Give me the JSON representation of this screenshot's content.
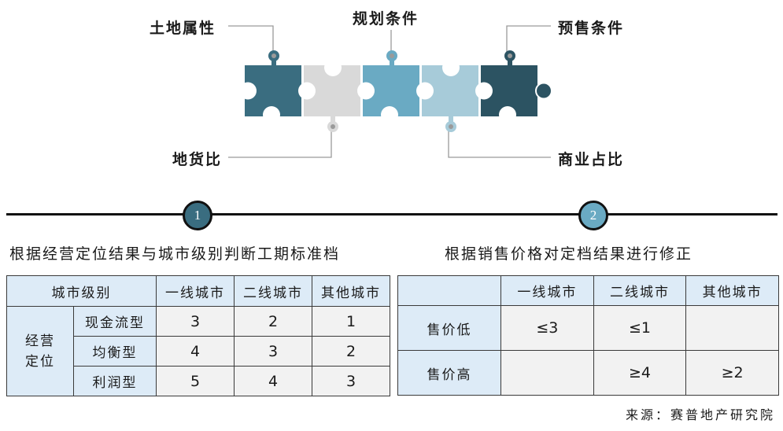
{
  "diagram": {
    "pieces": [
      {
        "name": "piece-1",
        "color": "#3a6d80"
      },
      {
        "name": "piece-2",
        "color": "#d9d9d9"
      },
      {
        "name": "piece-3",
        "color": "#6aaac3"
      },
      {
        "name": "piece-4",
        "color": "#a7cbd9"
      },
      {
        "name": "piece-5",
        "color": "#2c5362"
      }
    ],
    "labels": {
      "land_attribute": "土地属性",
      "planning_conditions": "规划条件",
      "presale_conditions": "预售条件",
      "land_cost_ratio": "地货比",
      "commercial_ratio": "商业占比"
    }
  },
  "steps": [
    {
      "number": "1",
      "color": "#3a6d80",
      "heading": "根据经营定位结果与城市级别判断工期标准档"
    },
    {
      "number": "2",
      "color": "#6aaac3",
      "heading": "根据销售价格对定档结果进行修正"
    }
  ],
  "table1": {
    "corner_header": "城市级别",
    "columns": [
      "一线城市",
      "二线城市",
      "其他城市"
    ],
    "group_label_line1": "经营",
    "group_label_line2": "定位",
    "rows": [
      {
        "label": "现金流型",
        "values": [
          "3",
          "2",
          "1"
        ]
      },
      {
        "label": "均衡型",
        "values": [
          "4",
          "3",
          "2"
        ]
      },
      {
        "label": "利润型",
        "values": [
          "5",
          "4",
          "3"
        ]
      }
    ]
  },
  "table2": {
    "corner_header": "",
    "columns": [
      "一线城市",
      "二线城市",
      "其他城市"
    ],
    "rows": [
      {
        "label": "售价低",
        "values": [
          "≤3",
          "≤1",
          ""
        ]
      },
      {
        "label": "售价高",
        "values": [
          "",
          "≥4",
          "≥2"
        ]
      }
    ]
  },
  "source": "来源：赛普地产研究院",
  "colors": {
    "header_fill": "#ddebf7",
    "cell_fill": "#f2f2f2",
    "connector": "#9a9a9a"
  }
}
